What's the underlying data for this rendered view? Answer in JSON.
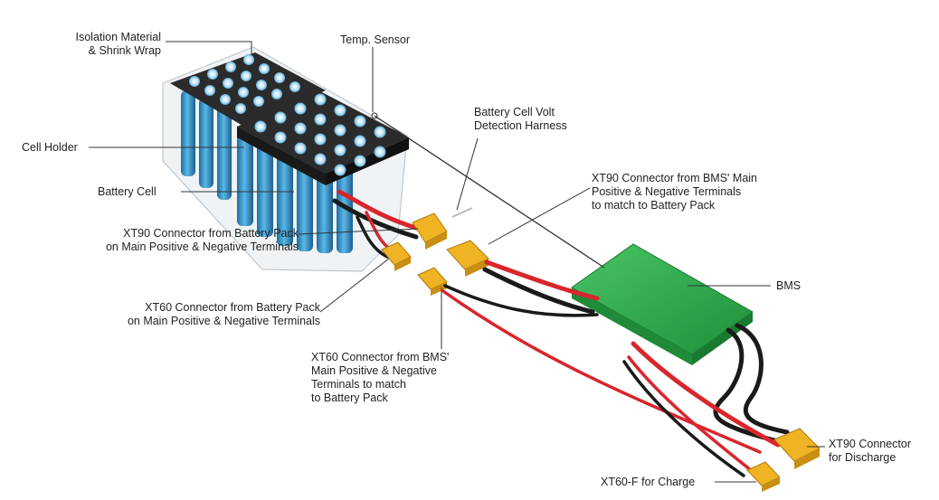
{
  "labels": {
    "isolation": "Isolation Material\n& Shrink Wrap",
    "temp_sensor": "Temp. Sensor",
    "cell_holder": "Cell Holder",
    "battery_cell": "Battery Cell",
    "volt_harness": "Battery Cell Volt\nDetection Harness",
    "xt90_bms": "XT90 Connector from BMS' Main\nPositive & Negative Terminals\nto match to Battery Pack",
    "xt90_pack": "XT90 Connector from Battery Pack\non Main Positive & Negative Terminals",
    "xt60_pack": "XT60 Connector from Battery Pack\non Main Positive & Negative Terminals",
    "bms": "BMS",
    "xt60_bms": "XT60 Connector from BMS'\nMain Positive & Negative\nTerminals to match\nto Battery Pack",
    "xt90_discharge": "XT90 Connector\nfor Discharge",
    "xt60f_charge": "XT60-F for Charge"
  },
  "colors": {
    "cell_blue": "#3a9fd4",
    "cell_top": "#bfe4f5",
    "holder": "#2b2b2b",
    "bms_green": "#2fb04a",
    "wire_red": "#d8262c",
    "wire_black": "#1a1a1a",
    "connector_yellow": "#f0b323"
  }
}
